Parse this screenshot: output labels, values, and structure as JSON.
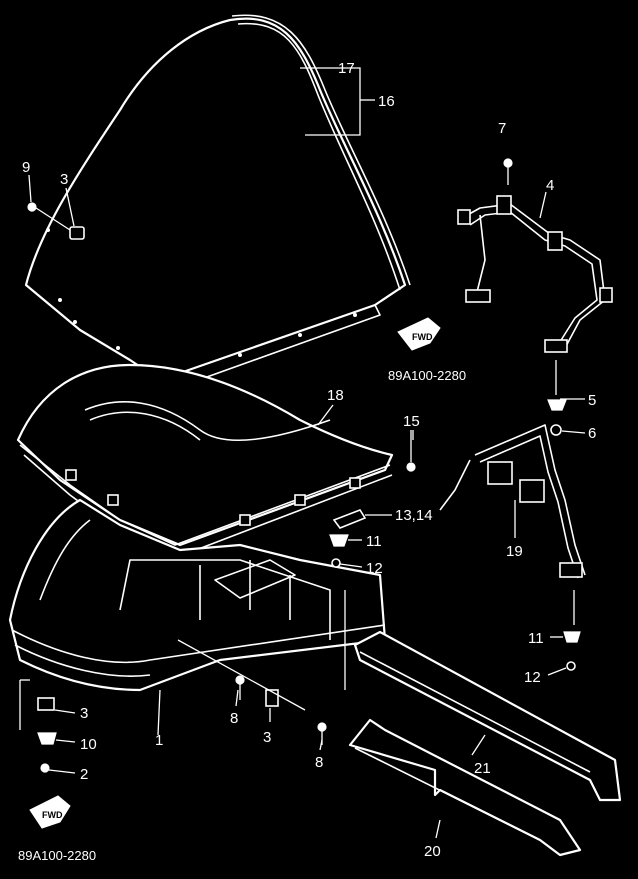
{
  "diagram": {
    "callouts": {
      "c1": "1",
      "c2": "2",
      "c3a": "3",
      "c3b": "3",
      "c3c": "3",
      "c4": "4",
      "c5": "5",
      "c6": "6",
      "c7": "7",
      "c8a": "8",
      "c8b": "8",
      "c9": "9",
      "c10": "10",
      "c11a": "11",
      "c11b": "11",
      "c12a": "12",
      "c12b": "12",
      "c13": "13,14",
      "c15": "15",
      "c16": "16",
      "c17": "17",
      "c18": "18",
      "c19": "19",
      "c20": "20",
      "c21": "21"
    },
    "fwd_label_top": "FWD",
    "fwd_label_bottom": "FWD",
    "code_top": "89A100-2280",
    "code_bottom": "89A100-2280",
    "colors": {
      "background": "#000000",
      "ink": "#ffffff",
      "watermark": "#c0392b"
    }
  }
}
